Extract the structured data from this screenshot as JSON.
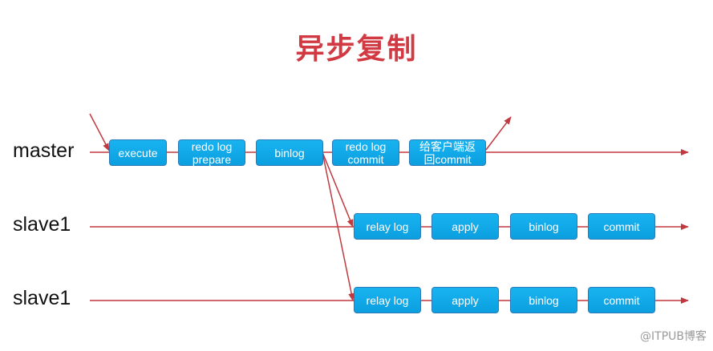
{
  "title": "异步复制",
  "rows": [
    {
      "label": "master"
    },
    {
      "label": "slave1"
    },
    {
      "label": "slave1"
    }
  ],
  "master_steps": [
    {
      "label": "execute"
    },
    {
      "label": "redo log\nprepare"
    },
    {
      "label": "binlog"
    },
    {
      "label": "redo log\ncommit"
    },
    {
      "label": "给客户端返\n回commit"
    }
  ],
  "slave1_steps": [
    {
      "label": "relay log"
    },
    {
      "label": "apply"
    },
    {
      "label": "binlog"
    },
    {
      "label": "commit"
    }
  ],
  "slave2_steps": [
    {
      "label": "relay log"
    },
    {
      "label": "apply"
    },
    {
      "label": "binlog"
    },
    {
      "label": "commit"
    }
  ],
  "watermark": "@ITPUB博客",
  "colors": {
    "title": "#d13a42",
    "box": "#0fa8ea",
    "arrow": "#c0393f"
  }
}
